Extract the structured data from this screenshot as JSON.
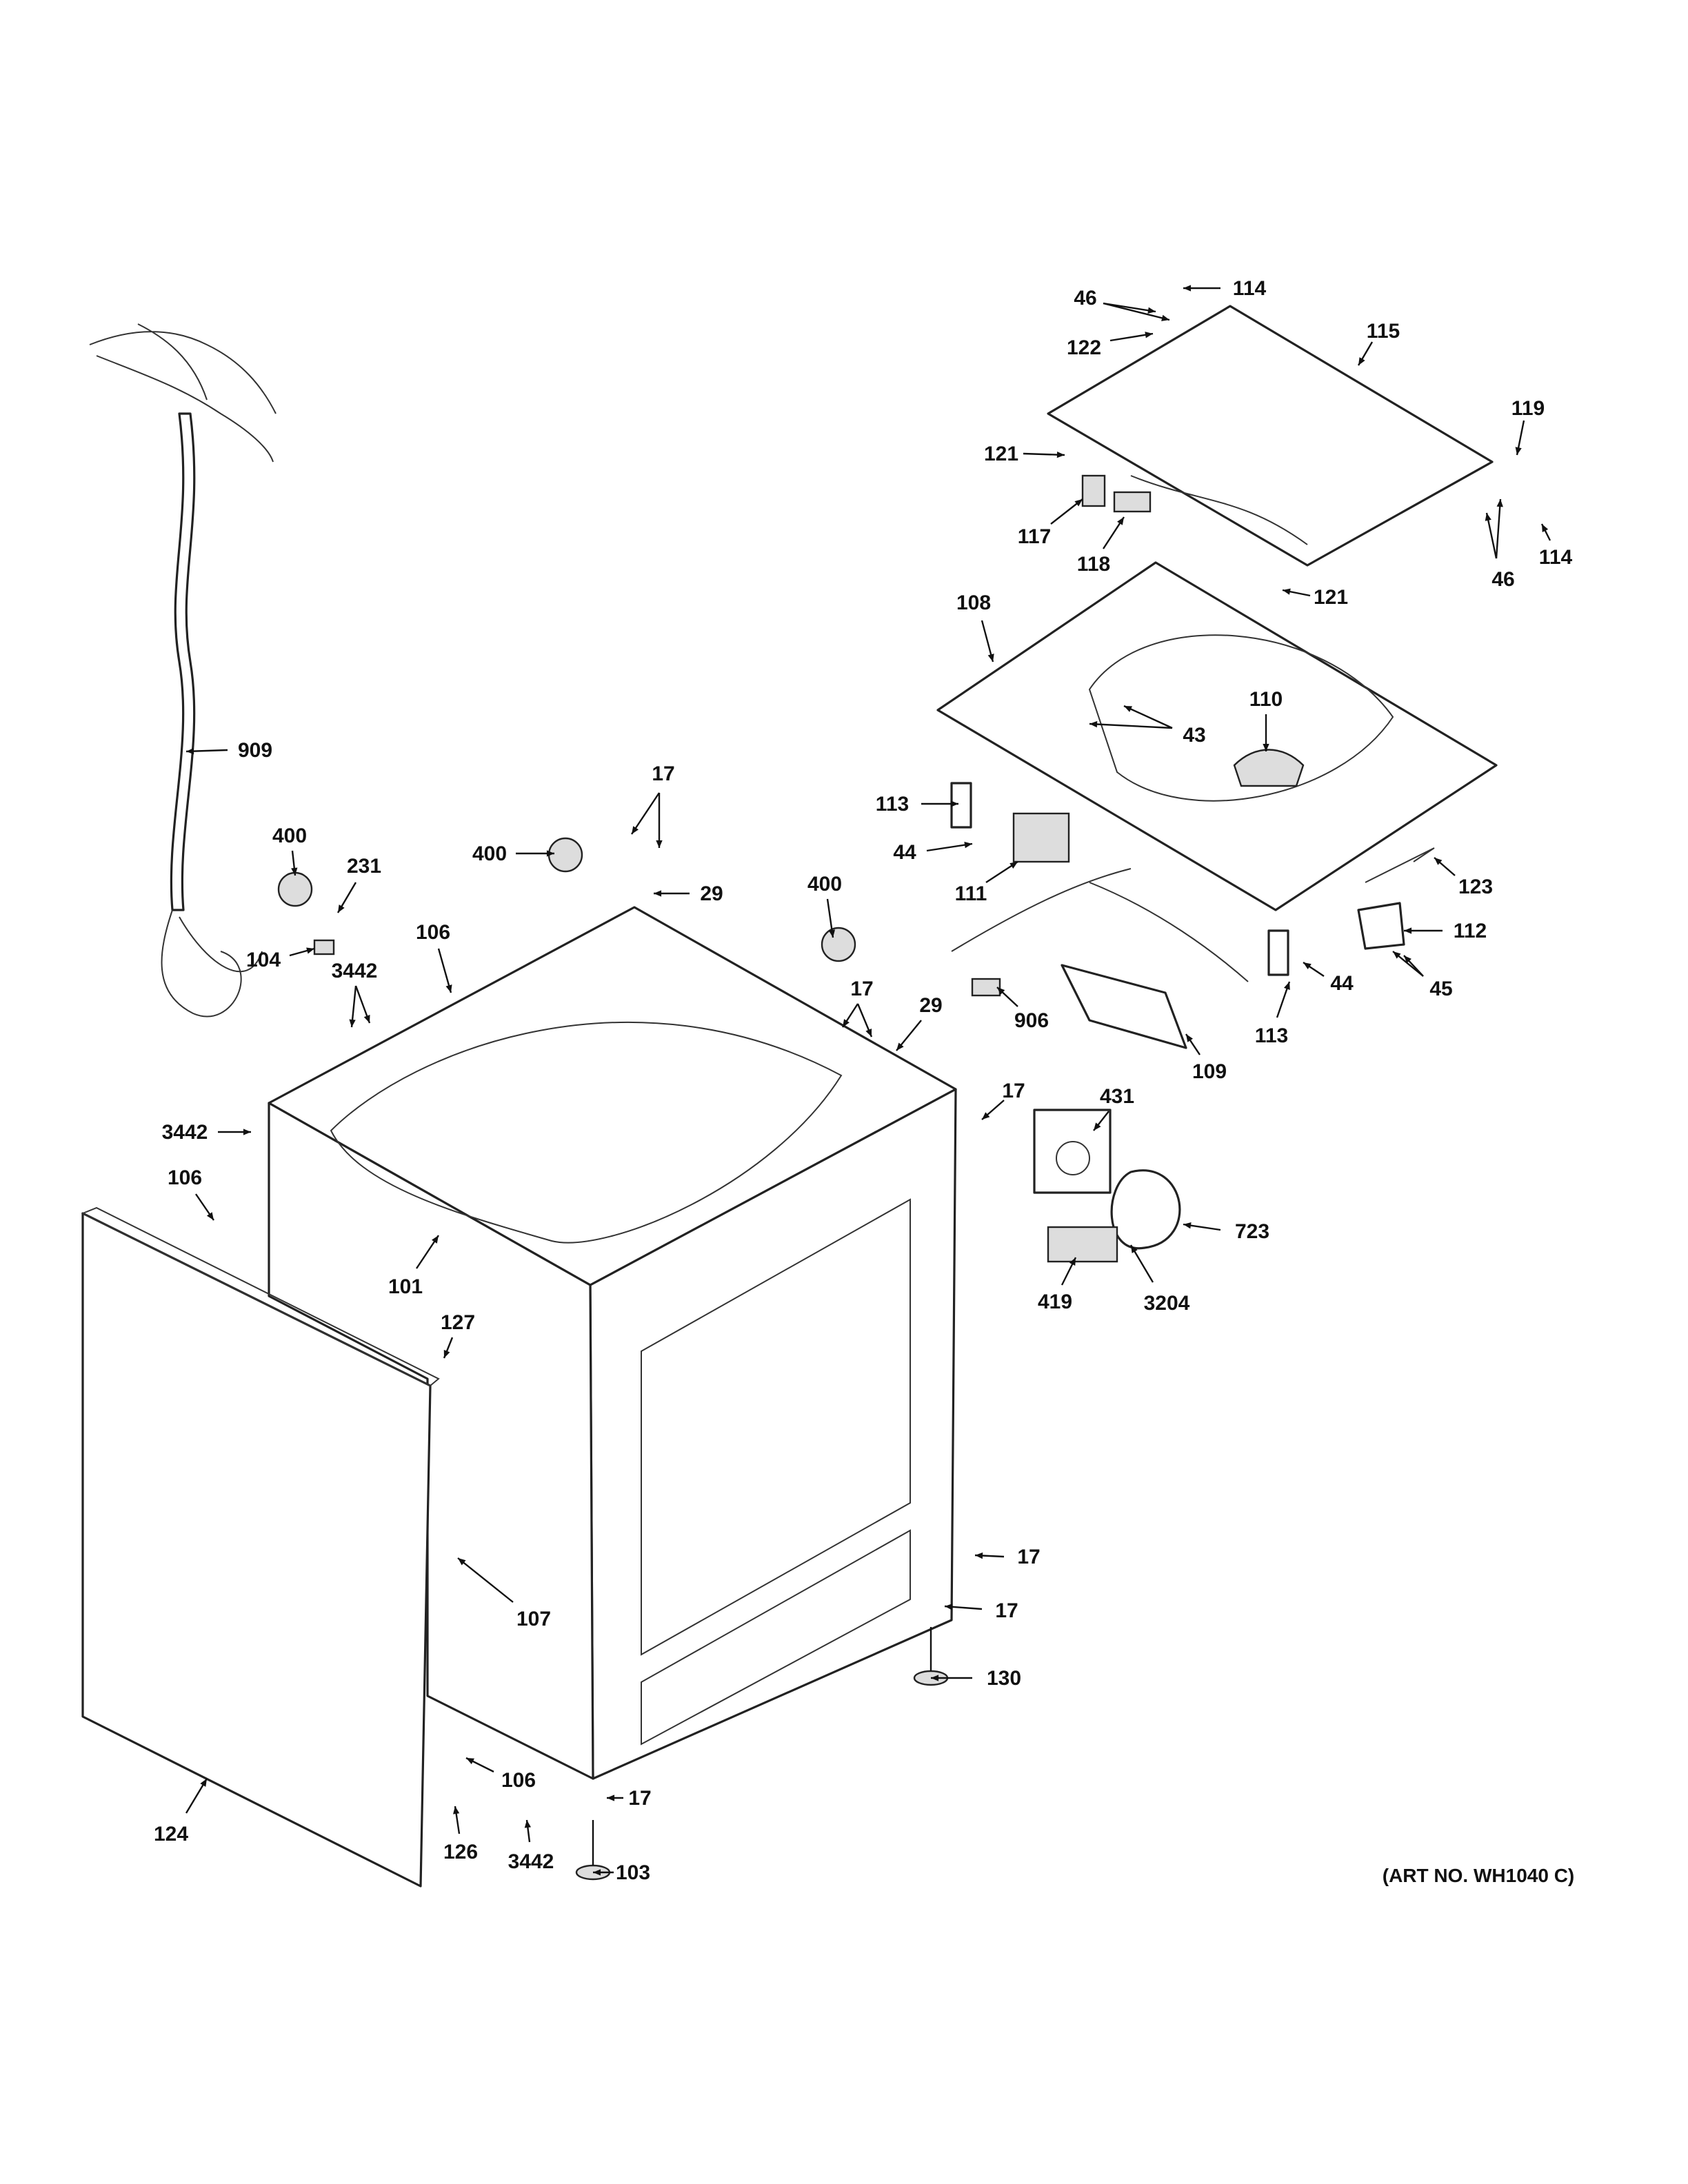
{
  "diagram": {
    "art_number": "(ART NO. WH1040 C)",
    "callouts": [
      "114",
      "46",
      "122",
      "115",
      "119",
      "121",
      "117",
      "118",
      "114",
      "46",
      "121",
      "108",
      "110",
      "43",
      "909",
      "17",
      "113",
      "400",
      "44",
      "231",
      "400",
      "29",
      "400",
      "123",
      "111",
      "106",
      "112",
      "104",
      "3442",
      "17",
      "29",
      "45",
      "44",
      "906",
      "113",
      "109",
      "17",
      "431",
      "3442",
      "106",
      "723",
      "101",
      "419",
      "3204",
      "127",
      "17",
      "17",
      "107",
      "130",
      "17",
      "106",
      "124",
      "126",
      "3442",
      "103"
    ]
  }
}
